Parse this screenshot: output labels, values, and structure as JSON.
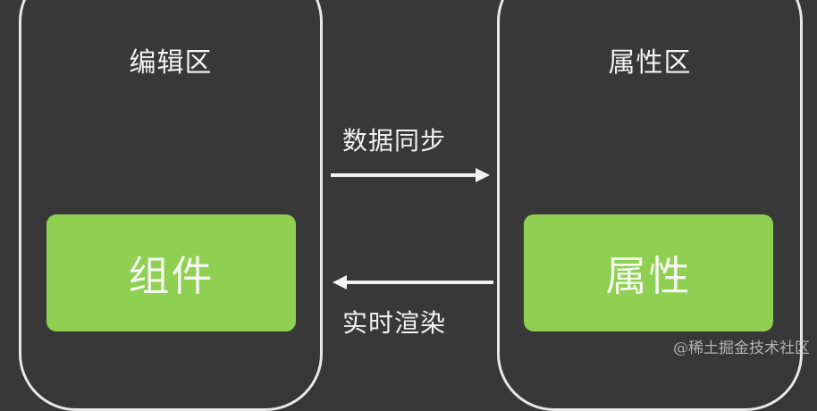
{
  "diagram": {
    "left_panel": {
      "title": "编辑区",
      "block_label": "组件"
    },
    "right_panel": {
      "title": "属性区",
      "block_label": "属性"
    },
    "arrows": [
      {
        "label": "数据同步",
        "direction": "right",
        "icon": "arrow-right-icon"
      },
      {
        "label": "实时渲染",
        "direction": "left",
        "icon": "arrow-left-icon"
      }
    ],
    "colors": {
      "background": "#383838",
      "panel_border": "#e8e8e8",
      "block_fill": "#8fcf52",
      "text": "#f2f2f2"
    }
  },
  "watermark": "@稀土掘金技术社区"
}
